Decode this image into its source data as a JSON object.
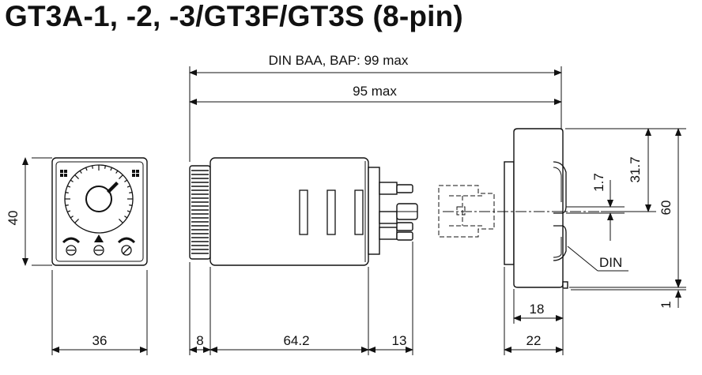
{
  "title": "GT3A-1, -2, -3/GT3F/GT3S (8-pin)",
  "dimensions": {
    "din_overall": "DIN BAA, BAP: 99 max",
    "overall": "95 max",
    "front_height": "40",
    "front_width": "36",
    "knob_depth": "8",
    "body_length": "64.2",
    "pin_length": "13",
    "socket_height": "60",
    "to_din_center": "31.7",
    "din_offset": "1.7",
    "rail_thickness": "1",
    "socket_inner_depth": "18",
    "socket_depth": "22"
  },
  "labels": {
    "din": "DIN"
  }
}
